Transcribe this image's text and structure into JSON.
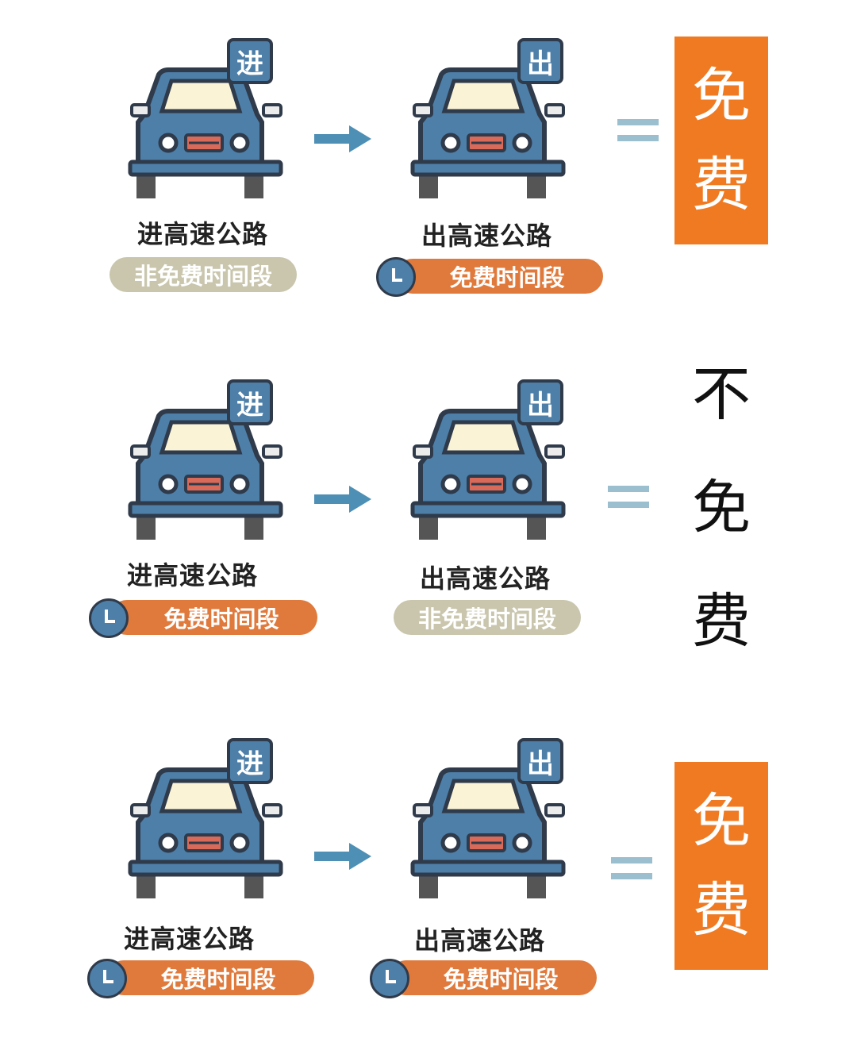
{
  "colors": {
    "car_body": "#4d7fa8",
    "outline": "#2f3a4a",
    "windshield": "#fbf3d5",
    "free_pill": "#e07a3c",
    "nonfree_pill": "#c9c6ad",
    "arrow": "#4d8fb5",
    "result_box": "#f07a22"
  },
  "rows": [
    {
      "entry": {
        "badge": "进",
        "label": "进高速公路",
        "period": "非免费时间段",
        "period_type": "nonfree",
        "clock_icon": false
      },
      "exit": {
        "badge": "出",
        "label": "出高速公路",
        "period": "免费时间段",
        "period_type": "free",
        "clock_icon": true
      },
      "result": {
        "chars": [
          "免",
          "费"
        ],
        "style": "orange-box"
      }
    },
    {
      "entry": {
        "badge": "进",
        "label": "进高速公路",
        "period": "免费时间段",
        "period_type": "free",
        "clock_icon": true
      },
      "exit": {
        "badge": "出",
        "label": "出高速公路",
        "period": "非免费时间段",
        "period_type": "nonfree",
        "clock_icon": false
      },
      "result": {
        "chars": [
          "不",
          "免",
          "费"
        ],
        "style": "plain-text"
      }
    },
    {
      "entry": {
        "badge": "进",
        "label": "进高速公路",
        "period": "免费时间段",
        "period_type": "free",
        "clock_icon": true
      },
      "exit": {
        "badge": "出",
        "label": "出高速公路",
        "period": "免费时间段",
        "period_type": "free",
        "clock_icon": true
      },
      "result": {
        "chars": [
          "免",
          "费"
        ],
        "style": "orange-box"
      }
    }
  ]
}
